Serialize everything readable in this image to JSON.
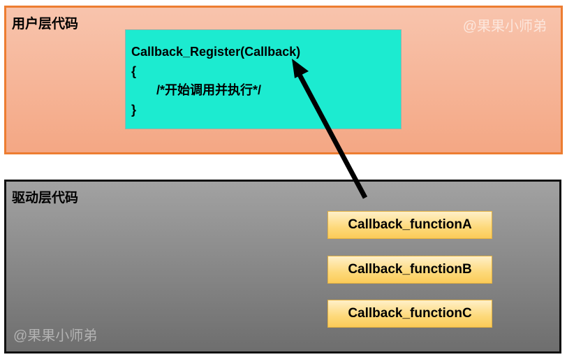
{
  "user_layer": {
    "title": "用户层代码",
    "watermark": "@果果小师弟",
    "code_lines": [
      "Callback_Register(Callback)",
      "{",
      "/*开始调用并执行*/",
      "}"
    ]
  },
  "driver_layer": {
    "title": "驱动层代码",
    "watermark": "@果果小师弟",
    "functions": [
      "Callback_functionA",
      "Callback_functionB",
      "Callback_functionC"
    ]
  },
  "colors": {
    "user_layer_border": "#ed7d31",
    "code_box_fill": "#1cebd0",
    "driver_layer_border": "#111111",
    "function_box_fill": "#fdd97a"
  }
}
